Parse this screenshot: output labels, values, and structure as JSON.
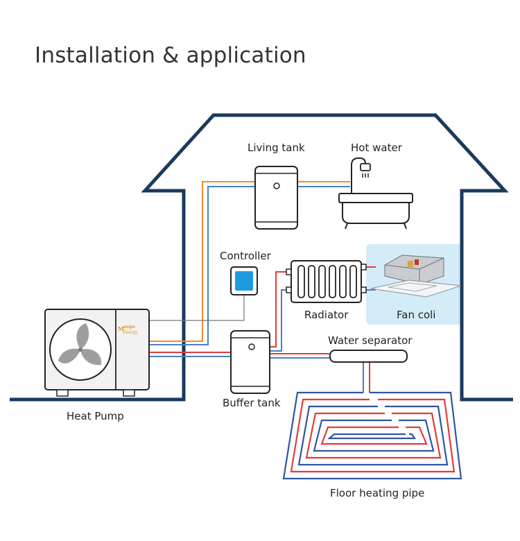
{
  "title": "Installation & application",
  "labels": {
    "living_tank": "Living tank",
    "hot_water": "Hot water",
    "controller": "Controller",
    "radiator": "Radiator",
    "fan_coil": "Fan coli",
    "water_separator": "Water separator",
    "heat_pump": "Heat Pump",
    "buffer_tank": "Buffer tank",
    "floor_heating": "Floor heating pipe"
  },
  "logo_text": "Mango Energy",
  "colors": {
    "house_outline": "#1b3a5c",
    "hot_pipe": "#e23b3b",
    "cold_pipe": "#4a7fc1",
    "dhw_pipe": "#f28a2e",
    "fan_coil_bg": "#d4ecf7",
    "controller_screen": "#1e9be0",
    "logo": "#e39a1e"
  }
}
